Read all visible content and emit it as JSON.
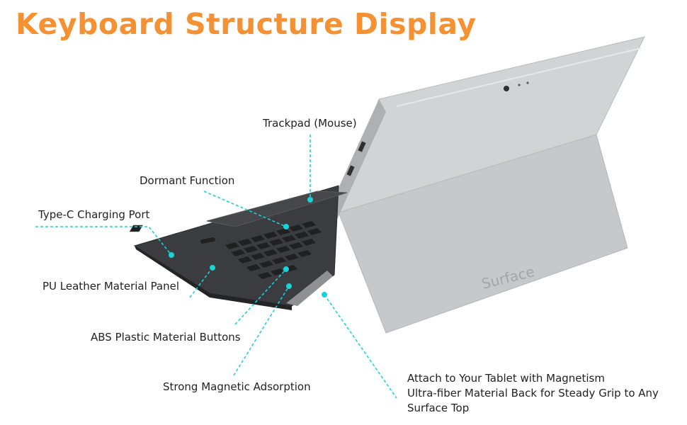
{
  "title": "Keyboard Structure Display",
  "brand_on_kickstand": "Surface",
  "labels": {
    "trackpad": "Trackpad (Mouse)",
    "dormant": "Dormant Function",
    "typec": "Type-C Charging Port",
    "pu_leather": "PU Leather Material Panel",
    "abs_buttons": "ABS Plastic Material Buttons",
    "magnetic": "Strong Magnetic Adsorption",
    "attach_line1": "Attach to Your Tablet with Magnetism",
    "attach_line2": "Ultra-fiber  Material Back for Steady Grip to Any",
    "attach_line3": "Surface Top"
  },
  "colors": {
    "title": "#f39133",
    "callout": "#19d3d8",
    "tablet": "#c9cacc",
    "keyboard": "#3a3b3e"
  }
}
